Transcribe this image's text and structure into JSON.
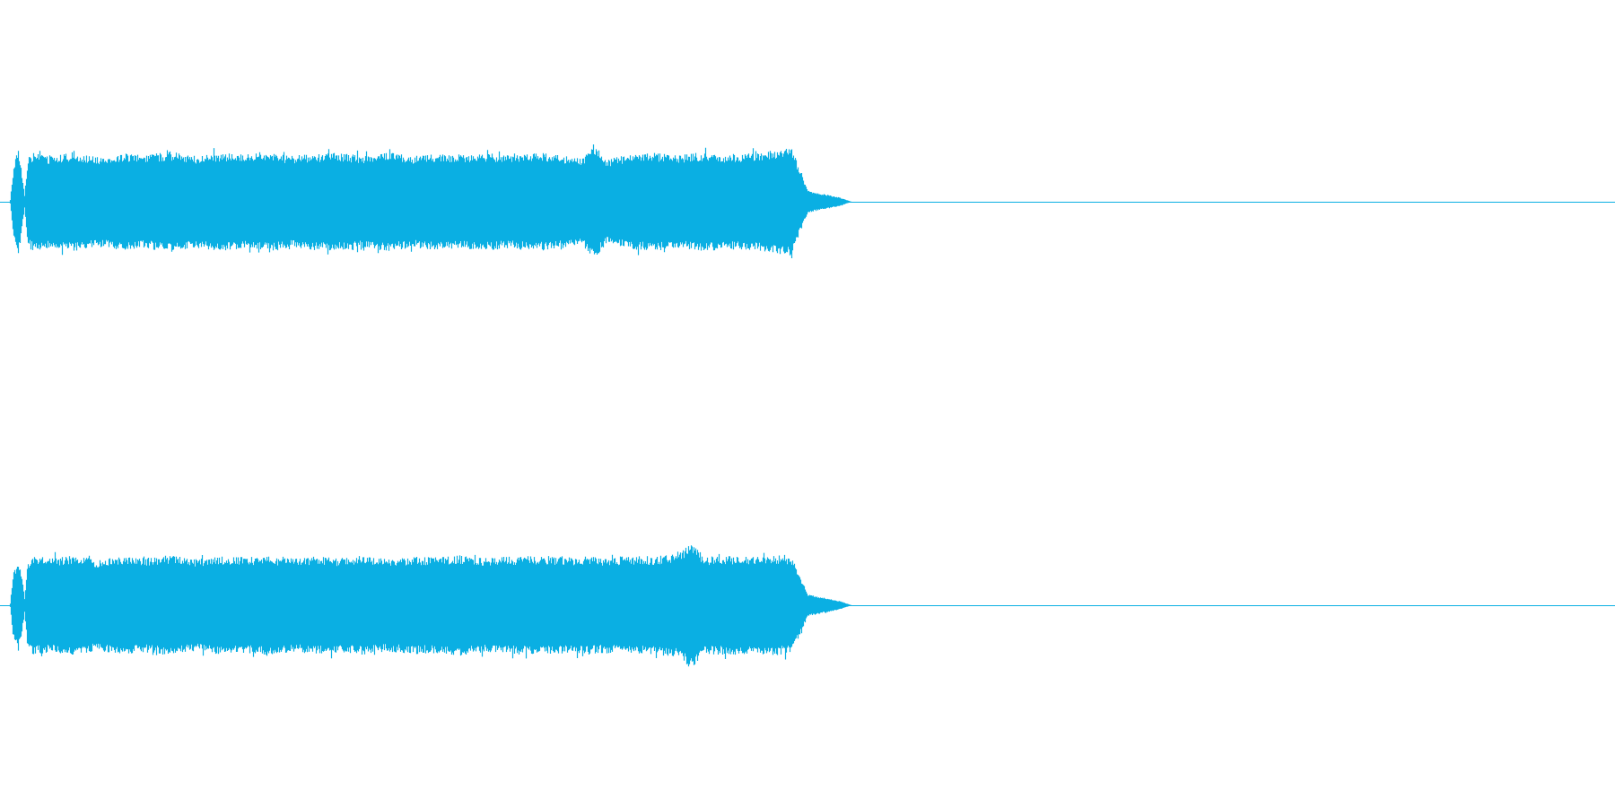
{
  "waveform": {
    "color": "#0aafe3",
    "channels": [
      {
        "id": "left",
        "envelope": [
          [
            0.0,
            0.0
          ],
          [
            0.006,
            0.0
          ],
          [
            0.008,
            0.46
          ],
          [
            0.011,
            0.8
          ],
          [
            0.013,
            0.46
          ],
          [
            0.015,
            0.1
          ],
          [
            0.017,
            0.62
          ],
          [
            0.02,
            0.7
          ],
          [
            0.03,
            0.66
          ],
          [
            0.045,
            0.71
          ],
          [
            0.06,
            0.64
          ],
          [
            0.075,
            0.7
          ],
          [
            0.09,
            0.67
          ],
          [
            0.105,
            0.72
          ],
          [
            0.12,
            0.66
          ],
          [
            0.135,
            0.7
          ],
          [
            0.15,
            0.68
          ],
          [
            0.165,
            0.71
          ],
          [
            0.18,
            0.66
          ],
          [
            0.195,
            0.69
          ],
          [
            0.21,
            0.7
          ],
          [
            0.225,
            0.67
          ],
          [
            0.24,
            0.71
          ],
          [
            0.255,
            0.66
          ],
          [
            0.27,
            0.69
          ],
          [
            0.285,
            0.68
          ],
          [
            0.3,
            0.7
          ],
          [
            0.315,
            0.67
          ],
          [
            0.33,
            0.71
          ],
          [
            0.345,
            0.68
          ],
          [
            0.36,
            0.62
          ],
          [
            0.368,
            0.82
          ],
          [
            0.375,
            0.6
          ],
          [
            0.39,
            0.69
          ],
          [
            0.405,
            0.7
          ],
          [
            0.42,
            0.67
          ],
          [
            0.435,
            0.71
          ],
          [
            0.45,
            0.68
          ],
          [
            0.465,
            0.7
          ],
          [
            0.48,
            0.74
          ],
          [
            0.49,
            0.78
          ],
          [
            0.495,
            0.45
          ],
          [
            0.5,
            0.16
          ],
          [
            0.505,
            0.13
          ],
          [
            0.512,
            0.1
          ],
          [
            0.52,
            0.06
          ],
          [
            0.527,
            0.0
          ],
          [
            1.0,
            0.0
          ]
        ]
      },
      {
        "id": "right",
        "envelope": [
          [
            0.0,
            0.0
          ],
          [
            0.006,
            0.0
          ],
          [
            0.008,
            0.46
          ],
          [
            0.011,
            0.62
          ],
          [
            0.013,
            0.46
          ],
          [
            0.015,
            0.1
          ],
          [
            0.017,
            0.62
          ],
          [
            0.02,
            0.7
          ],
          [
            0.03,
            0.68
          ],
          [
            0.045,
            0.71
          ],
          [
            0.06,
            0.66
          ],
          [
            0.075,
            0.7
          ],
          [
            0.09,
            0.68
          ],
          [
            0.105,
            0.72
          ],
          [
            0.12,
            0.66
          ],
          [
            0.135,
            0.7
          ],
          [
            0.15,
            0.69
          ],
          [
            0.165,
            0.71
          ],
          [
            0.18,
            0.67
          ],
          [
            0.195,
            0.7
          ],
          [
            0.21,
            0.68
          ],
          [
            0.225,
            0.71
          ],
          [
            0.24,
            0.67
          ],
          [
            0.255,
            0.7
          ],
          [
            0.27,
            0.69
          ],
          [
            0.285,
            0.72
          ],
          [
            0.3,
            0.68
          ],
          [
            0.315,
            0.7
          ],
          [
            0.33,
            0.71
          ],
          [
            0.345,
            0.69
          ],
          [
            0.36,
            0.7
          ],
          [
            0.375,
            0.68
          ],
          [
            0.39,
            0.71
          ],
          [
            0.405,
            0.7
          ],
          [
            0.42,
            0.74
          ],
          [
            0.428,
            0.92
          ],
          [
            0.435,
            0.7
          ],
          [
            0.45,
            0.71
          ],
          [
            0.465,
            0.7
          ],
          [
            0.48,
            0.72
          ],
          [
            0.49,
            0.68
          ],
          [
            0.495,
            0.42
          ],
          [
            0.5,
            0.16
          ],
          [
            0.505,
            0.13
          ],
          [
            0.512,
            0.1
          ],
          [
            0.52,
            0.06
          ],
          [
            0.527,
            0.0
          ],
          [
            1.0,
            0.0
          ]
        ]
      }
    ]
  }
}
